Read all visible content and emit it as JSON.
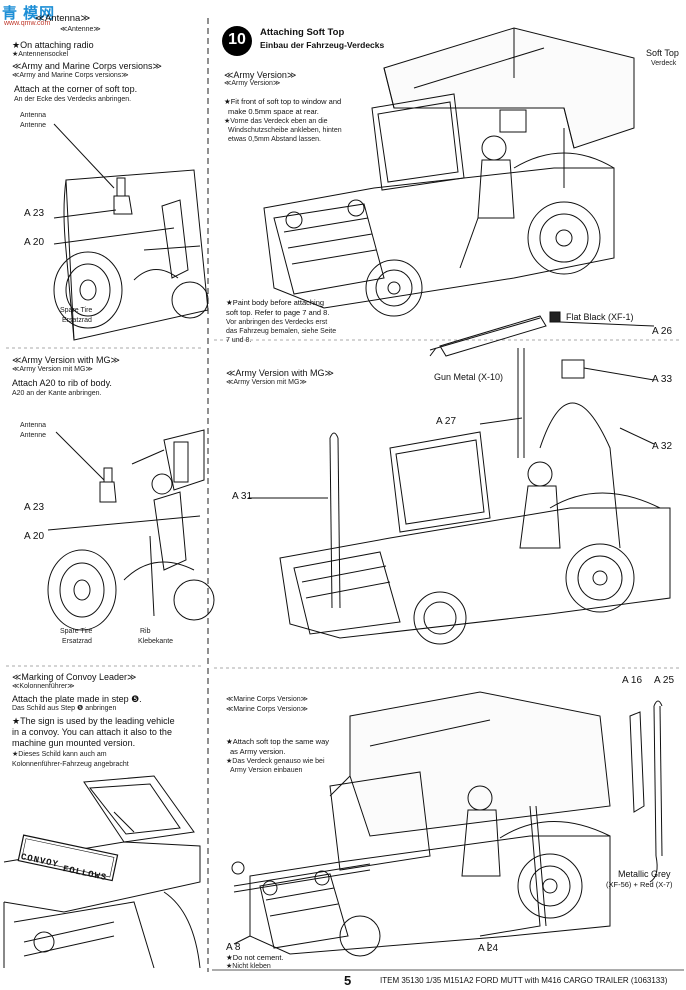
{
  "watermark": {
    "brand": "青 模网",
    "url": "www.qmw.com"
  },
  "left": {
    "radio": {
      "title_en": "★On attaching radio",
      "title_de": "★Antennensockel",
      "versions_en": "≪Army and Marine Corps versions≫",
      "versions_de": "≪Army and Marine Corps versions≫",
      "instr_en": "Attach at the corner of soft top.",
      "instr_de": "An der Ecke des Verdecks anbringen.",
      "antenna_en": "Antenna",
      "antenna_de": "Antenne",
      "header_en": "≪Antenna≫",
      "header_de": "≪Antenne≫",
      "a23": "A 23",
      "a20": "A 20",
      "spare_en": "Spare Tire",
      "spare_de": "Ersatzrad"
    },
    "mg": {
      "title_en": "≪Army Version with MG≫",
      "title_de": "≪Army Version mit MG≫",
      "instr_en": "Attach A20 to rib of body.",
      "instr_de": "A20 an der Kante anbringen.",
      "antenna_en": "Antenna",
      "antenna_de": "Antenne",
      "a23": "A 23",
      "a20": "A 20",
      "spare_en": "Spare Tire",
      "spare_de": "Ersatzrad",
      "rib_en": "Rib",
      "rib_de": "Klebekante"
    },
    "convoy": {
      "title_en": "≪Marking of Convoy Leader≫",
      "title_de": "≪Kolonnenführer≫",
      "instr1_en": "Attach the plate made in step ❺.",
      "instr1_de": "Das Schild aus Step ❺ anbringen",
      "note_en_1": "★The sign is used by the leading vehicle",
      "note_en_2": "in a convoy. You can attach it also to the",
      "note_en_3": "machine gun mounted version.",
      "note_de_1": "★Dieses Schild kann auch am",
      "note_de_2": "Kolonnenführer-Fahrzeug angebracht",
      "plate_1": "CONVOY",
      "plate_2": "FOLLOWS"
    }
  },
  "step": {
    "number": "10",
    "title_en": "Attaching Soft Top",
    "title_de": "Einbau der Fahrzeug-Verdecks",
    "soft_top_en": "Soft Top",
    "soft_top_de": "Verdeck",
    "army": {
      "version_en": "≪Army Version≫",
      "version_de": "≪Army Version≫",
      "note_en_1": "★Fit front of soft top to window and",
      "note_en_2": "make 0.5mm space at rear.",
      "note_de_1": "★Vorne das Verdeck eben an die",
      "note_de_2": "Windschutzscheibe ankleben, hinten",
      "note_de_3": "etwas 0,5mm Abstand lassen."
    },
    "paint": {
      "note_en_1": "★Paint body before attaching",
      "note_en_2": "soft top. Refer to page 7 and 8.",
      "note_de_1": "Vor anbringen des Verdecks erst",
      "note_de_2": "das Fahrzeug bemalen, siehe Seite",
      "note_de_3": "7 und 8."
    },
    "mg": {
      "version_en": "≪Army Version with MG≫",
      "version_de": "≪Army Version mit MG≫",
      "flat_black": "Flat Black (XF-1)",
      "gun_metal": "Gun Metal (X-10)",
      "a26": "A 26",
      "a33": "A 33",
      "a27": "A 27",
      "a32": "A 32",
      "a31": "A 31"
    },
    "marine": {
      "version_en": "≪Marine Corps Version≫",
      "version_de": "≪Marine Corps Version≫",
      "note_en_1": "★Attach soft top the same way",
      "note_en_2": "as Army version.",
      "note_de_1": "★Das Verdeck genauso wie bei",
      "note_de_2": "Army Version einbauen",
      "a16": "A 16",
      "a25": "A 25",
      "a8": "A 8",
      "a24": "A 24",
      "no_cement_en": "★Do not cement.",
      "no_cement_de": "★Nicht kleben",
      "metallic_grey": "Metallic Grey",
      "paint_mix": "(XF-56) + Red (X-7)"
    }
  },
  "footer": {
    "page": "5",
    "item": "ITEM 35130  1/35 M151A2 FORD MUTT with M416 CARGO TRAILER (1063133)"
  }
}
